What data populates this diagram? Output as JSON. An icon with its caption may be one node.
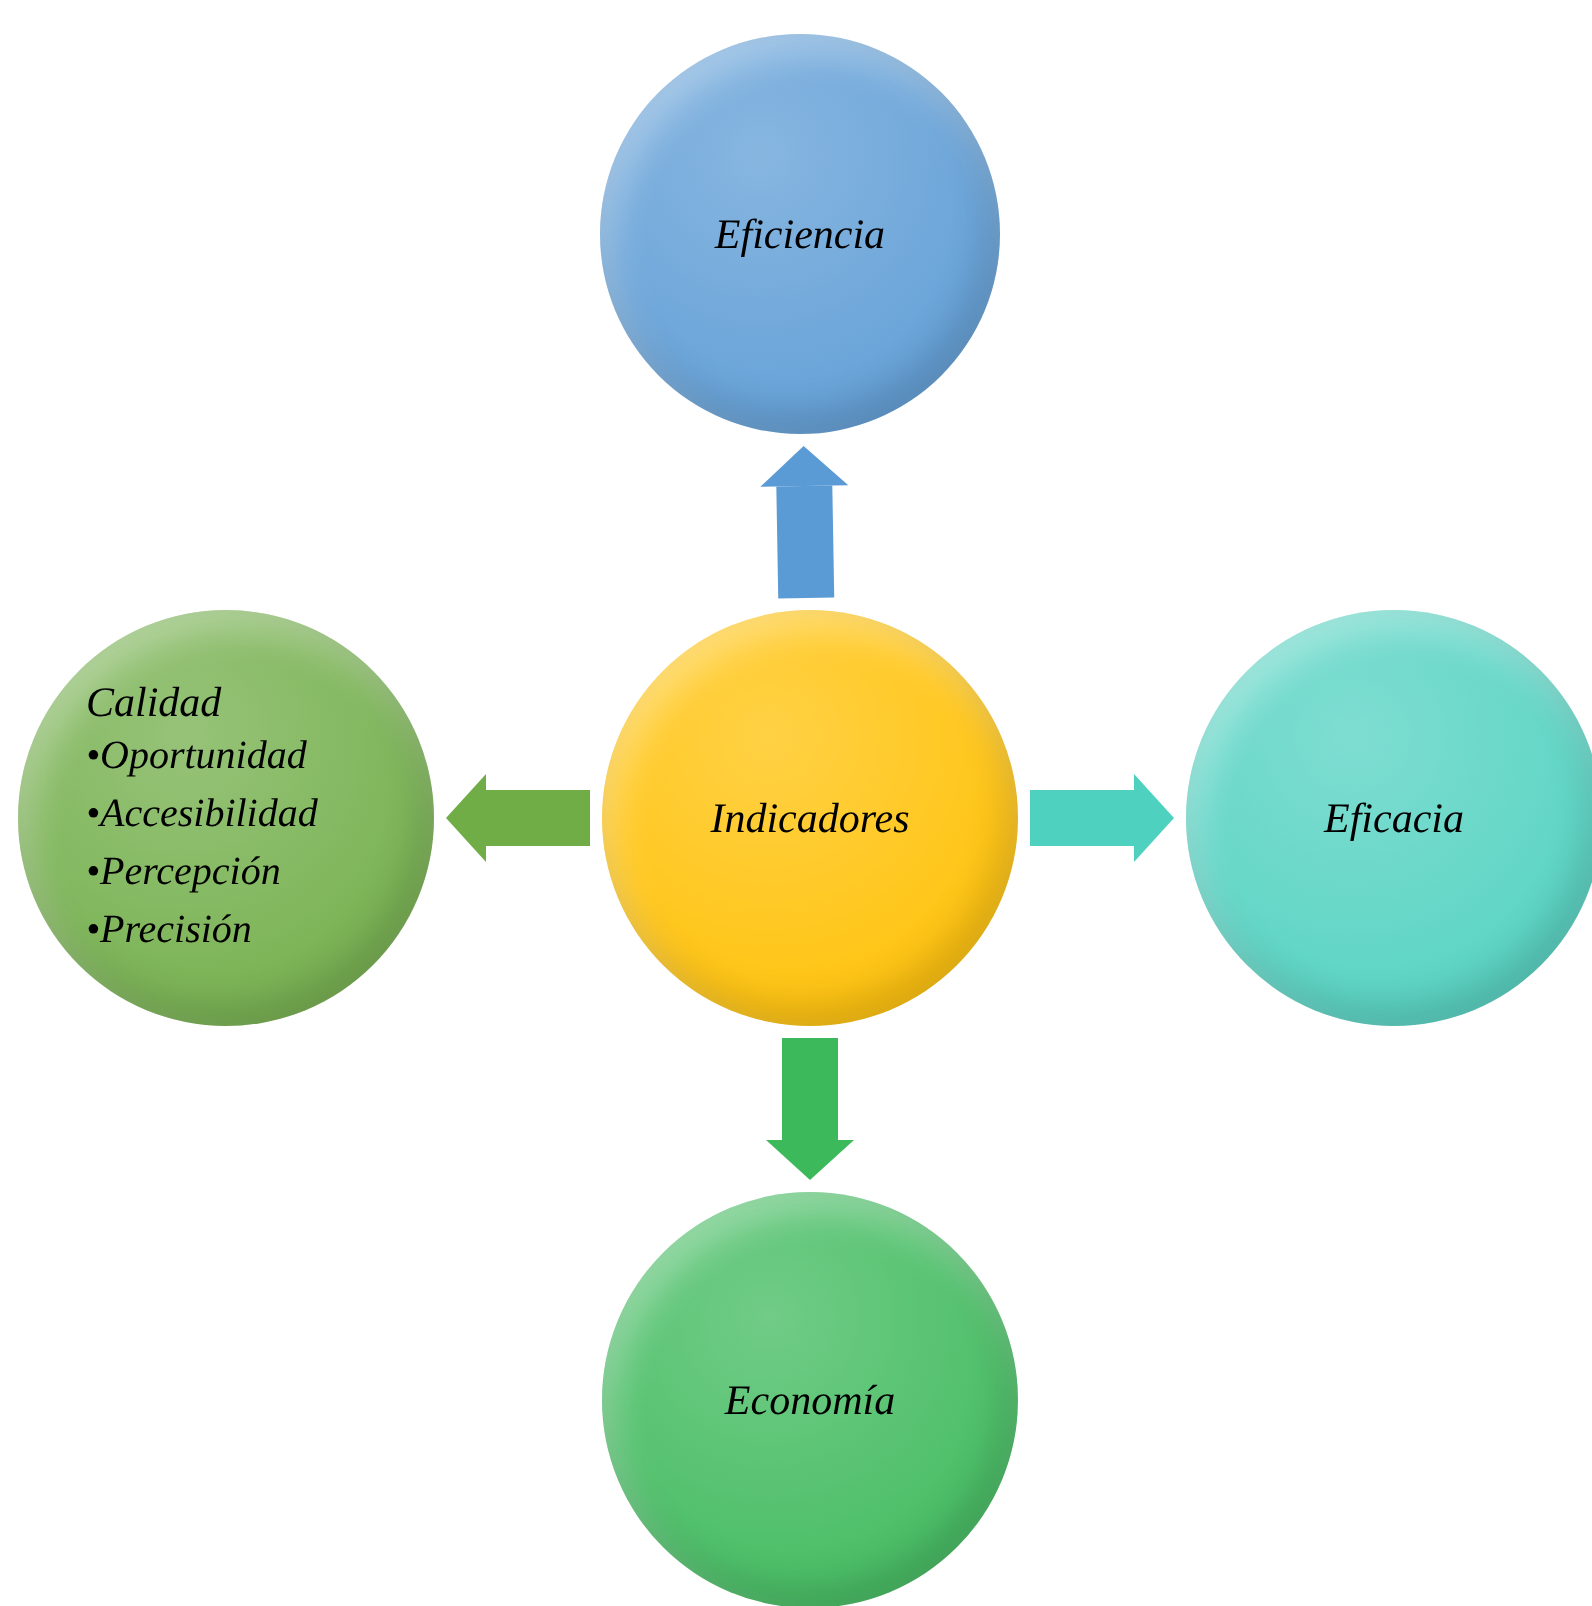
{
  "diagram": {
    "nodes": [
      {
        "text": [
          "Eficiencia"
        ]
      },
      {
        "text": [
          "Calidad",
          "•Oportunidad",
          "•Accesibilidad",
          "•Percepción",
          "•Precisión"
        ]
      },
      {
        "text": [
          "Indicadores"
        ]
      },
      {
        "text": [
          "Eficacia"
        ]
      },
      {
        "text": [
          "Economía"
        ]
      }
    ],
    "edges": [
      {
        "from": 2,
        "to": 0,
        "arrow": "to",
        "color": "#5b9bd5"
      },
      {
        "from": 2,
        "to": 1,
        "arrow": "to",
        "color": "#70ad47"
      },
      {
        "from": 2,
        "to": 3,
        "arrow": "to",
        "color": "#4fd1c0"
      },
      {
        "from": 2,
        "to": 4,
        "arrow": "to",
        "color": "#3cb95a"
      }
    ]
  }
}
